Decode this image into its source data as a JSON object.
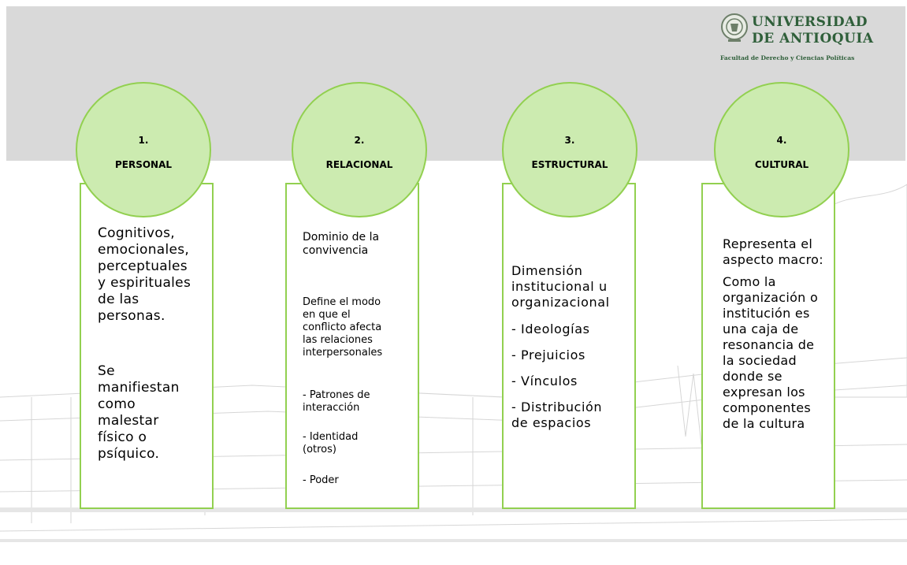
{
  "logo": {
    "line1": "UNIVERSIDAD",
    "line2": "DE ANTIOQUIA",
    "line3": "Facultad de Derecho y Ciencias Políticas"
  },
  "columns": [
    {
      "number": "1.",
      "title": "PERSONAL",
      "blocks": [
        {
          "lines": [
            "Cognitivos,",
            "emocionales,",
            "perceptuales",
            "y espirituales",
            "de las",
            "personas."
          ]
        },
        {
          "lines": [
            "Se",
            "manifiestan",
            "como",
            "malestar",
            "físico o",
            "psíquico."
          ]
        }
      ]
    },
    {
      "number": "2.",
      "title": "RELACIONAL",
      "blocks": [
        {
          "lines": [
            "Dominio  de la",
            "convivencia"
          ]
        },
        {
          "lines": [
            "Define el modo",
            "en que el",
            "conflicto  afecta",
            "las relaciones",
            "interpersonales"
          ]
        },
        {
          "lines": [
            "- Patrones de",
            "interacción"
          ]
        },
        {
          "lines": [
            "- Identidad",
            "(otros)"
          ]
        },
        {
          "lines": [
            "- Poder"
          ]
        }
      ]
    },
    {
      "number": "3.",
      "title": "ESTRUCTURAL",
      "blocks": [
        {
          "lines": [
            "Dimensión",
            "institucional u",
            "organizacional"
          ]
        },
        {
          "lines": [
            "- Ideologías"
          ]
        },
        {
          "lines": [
            "- Prejuicios"
          ]
        },
        {
          "lines": [
            "- Vínculos"
          ]
        },
        {
          "lines": [
            "- Distribución",
            "de espacios"
          ]
        }
      ]
    },
    {
      "number": "4.",
      "title": "CULTURAL",
      "blocks": [
        {
          "lines": [
            "Representa el",
            "aspecto macro:"
          ]
        },
        {
          "lines": [
            "Como la",
            "organización o",
            "institución es",
            "una caja de",
            "resonancia de",
            "la sociedad",
            "donde se",
            "expresan los",
            "componentes",
            "de la cultura"
          ]
        }
      ]
    }
  ],
  "colors": {
    "circle_fill": "#ccebb0",
    "border_green": "#92d050",
    "band_gray": "#d9d9d9",
    "logo_green": "#2f5f3a"
  }
}
